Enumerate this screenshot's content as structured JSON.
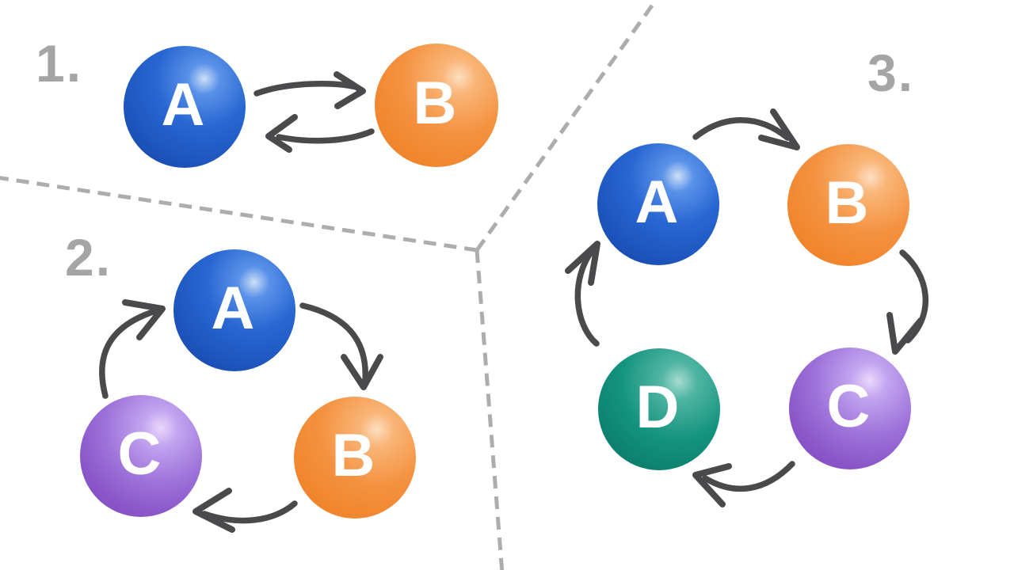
{
  "colors": {
    "background": "#ffffff",
    "node_blue": "#2665d0",
    "node_orange": "#f49240",
    "node_purple": "#9e72da",
    "node_teal": "#149480",
    "node_text": "#ffffff",
    "arrow": "#4a4a4d",
    "divider_dash": "#adadad",
    "section_label": "#a5a5a5"
  },
  "sections": [
    {
      "label": "1.",
      "nodes": [
        {
          "label": "A",
          "color": "blue"
        },
        {
          "label": "B",
          "color": "orange"
        }
      ],
      "edges": [
        {
          "from": "A",
          "to": "B"
        },
        {
          "from": "B",
          "to": "A"
        }
      ]
    },
    {
      "label": "2.",
      "nodes": [
        {
          "label": "A",
          "color": "blue"
        },
        {
          "label": "B",
          "color": "orange"
        },
        {
          "label": "C",
          "color": "purple"
        }
      ],
      "edges": [
        {
          "from": "A",
          "to": "B"
        },
        {
          "from": "B",
          "to": "C"
        },
        {
          "from": "C",
          "to": "A"
        }
      ]
    },
    {
      "label": "3.",
      "nodes": [
        {
          "label": "A",
          "color": "blue"
        },
        {
          "label": "B",
          "color": "orange"
        },
        {
          "label": "C",
          "color": "purple"
        },
        {
          "label": "D",
          "color": "teal"
        }
      ],
      "edges": [
        {
          "from": "A",
          "to": "B"
        },
        {
          "from": "B",
          "to": "C"
        },
        {
          "from": "C",
          "to": "D"
        },
        {
          "from": "D",
          "to": "A"
        }
      ]
    }
  ]
}
